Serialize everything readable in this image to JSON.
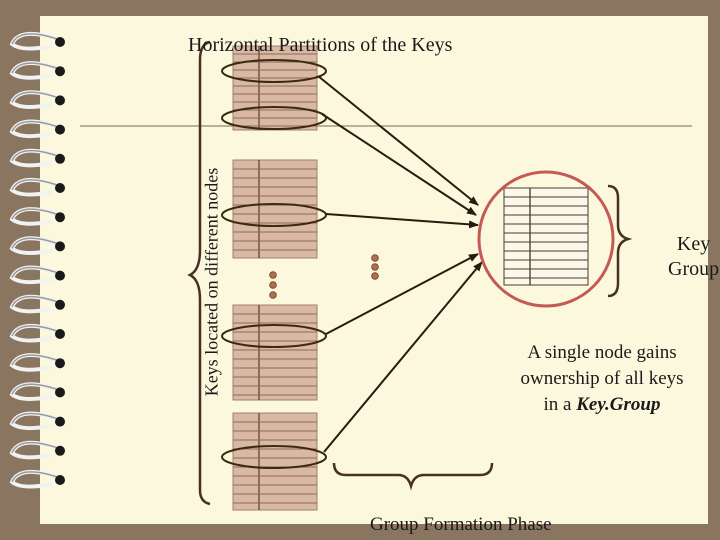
{
  "title": "Horizontal Partitions of the Keys",
  "vertical_label": "Keys located on different nodes",
  "key_group": {
    "line1": "Key",
    "line2": "Group"
  },
  "ownership": {
    "line1": "A single node gains",
    "line2": "ownership of all keys",
    "line3_prefix": "in a ",
    "line3_emphasis": "Key.Group"
  },
  "phase_label": "Group Formation Phase",
  "colors": {
    "page": "#fbf8dd",
    "background": "#8a7560",
    "table_fill": "#d9b8a4",
    "table_lines": "#5a3a2a",
    "ellipse": "#3a2a10",
    "arrow": "#2a1a10",
    "key_group_circle": "#c45a55",
    "brace": "#4a3020"
  }
}
